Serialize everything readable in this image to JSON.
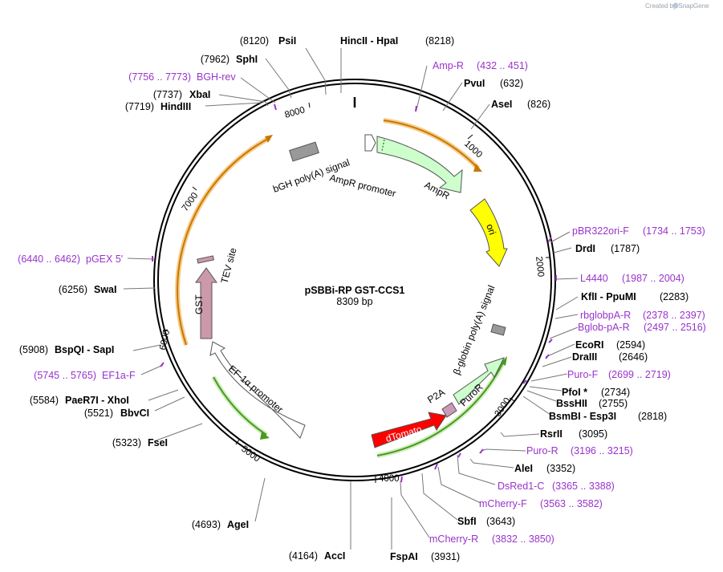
{
  "credit": "Created by SnapGene",
  "plasmid": {
    "name": "pSBBi-RP GST-CCS1",
    "length": "8309 bp"
  },
  "colors": {
    "primer": "#9933cc",
    "enzyme": "#000000"
  },
  "ticks": [
    "1000",
    "2000",
    "3000",
    "4000",
    "5000",
    "6000",
    "7000",
    "8000"
  ],
  "features": [
    {
      "name": "AmpR",
      "color": "#ccffcc"
    },
    {
      "name": "AmpR promoter",
      "color": "#ffffff"
    },
    {
      "name": "ori",
      "color": "#ffff00"
    },
    {
      "name": "β-globin poly(A) signal",
      "color": "#999999"
    },
    {
      "name": "PuroR",
      "color": "#ccffcc"
    },
    {
      "name": "P2A",
      "color": "#cc99bb"
    },
    {
      "name": "dTomato",
      "color": "#ff0000"
    },
    {
      "name": "EF-1α promoter",
      "color": "#ffffff"
    },
    {
      "name": "GST",
      "color": "#cc99aa"
    },
    {
      "name": "TEV site",
      "color": "#cc99aa"
    },
    {
      "name": "bGH poly(A) signal",
      "color": "#999999"
    }
  ],
  "labels": [
    {
      "name": "PsiI",
      "pos": "(8120)",
      "type": "enzyme"
    },
    {
      "name": "HincII - HpaI",
      "pos": "(8218)",
      "type": "enzyme"
    },
    {
      "name": "SphI",
      "pos": "(7962)",
      "type": "enzyme"
    },
    {
      "name": "BGH-rev",
      "pos": "(7756 .. 7773)",
      "type": "primer"
    },
    {
      "name": "XbaI",
      "pos": "(7737)",
      "type": "enzyme"
    },
    {
      "name": "HindIII",
      "pos": "(7719)",
      "type": "enzyme"
    },
    {
      "name": "Amp-R",
      "pos": "(432 .. 451)",
      "type": "primer"
    },
    {
      "name": "PvuI",
      "pos": "(632)",
      "type": "enzyme"
    },
    {
      "name": "AseI",
      "pos": "(826)",
      "type": "enzyme"
    },
    {
      "name": "pBR322ori-F",
      "pos": "(1734 .. 1753)",
      "type": "primer"
    },
    {
      "name": "DrdI",
      "pos": "(1787)",
      "type": "enzyme"
    },
    {
      "name": "L4440",
      "pos": "(1987 .. 2004)",
      "type": "primer"
    },
    {
      "name": "KflI - PpuMI",
      "pos": "(2283)",
      "type": "enzyme"
    },
    {
      "name": "rbglobpA-R",
      "pos": "(2378 .. 2397)",
      "type": "primer"
    },
    {
      "name": "Bglob-pA-R",
      "pos": "(2497 .. 2516)",
      "type": "primer"
    },
    {
      "name": "EcoRI",
      "pos": "(2594)",
      "type": "enzyme"
    },
    {
      "name": "DraIII",
      "pos": "(2646)",
      "type": "enzyme"
    },
    {
      "name": "Puro-F",
      "pos": "(2699 .. 2719)",
      "type": "primer"
    },
    {
      "name": "PfoI *",
      "pos": "(2734)",
      "type": "enzyme"
    },
    {
      "name": "BssHII",
      "pos": "(2755)",
      "type": "enzyme"
    },
    {
      "name": "BsmBI - Esp3I",
      "pos": "(2818)",
      "type": "enzyme"
    },
    {
      "name": "RsrII",
      "pos": "(3095)",
      "type": "enzyme"
    },
    {
      "name": "Puro-R",
      "pos": "(3196 .. 3215)",
      "type": "primer"
    },
    {
      "name": "AleI",
      "pos": "(3352)",
      "type": "enzyme"
    },
    {
      "name": "DsRed1-C",
      "pos": "(3365 .. 3388)",
      "type": "primer"
    },
    {
      "name": "mCherry-F",
      "pos": "(3563 .. 3582)",
      "type": "primer"
    },
    {
      "name": "SbfI",
      "pos": "(3643)",
      "type": "enzyme"
    },
    {
      "name": "mCherry-R",
      "pos": "(3832 .. 3850)",
      "type": "primer"
    },
    {
      "name": "FspAI",
      "pos": "(3931)",
      "type": "enzyme"
    },
    {
      "name": "AccI",
      "pos": "(4164)",
      "type": "enzyme"
    },
    {
      "name": "AgeI",
      "pos": "(4693)",
      "type": "enzyme"
    },
    {
      "name": "FseI",
      "pos": "(5323)",
      "type": "enzyme"
    },
    {
      "name": "BbvCI",
      "pos": "(5521)",
      "type": "enzyme"
    },
    {
      "name": "PaeR7I - XhoI",
      "pos": "(5584)",
      "type": "enzyme"
    },
    {
      "name": "EF1a-F",
      "pos": "(5745 .. 5765)",
      "type": "primer"
    },
    {
      "name": "BspQI - SapI",
      "pos": "(5908)",
      "type": "enzyme"
    },
    {
      "name": "SwaI",
      "pos": "(6256)",
      "type": "enzyme"
    },
    {
      "name": "pGEX 5'",
      "pos": "(6440 .. 6462)",
      "type": "primer"
    }
  ]
}
